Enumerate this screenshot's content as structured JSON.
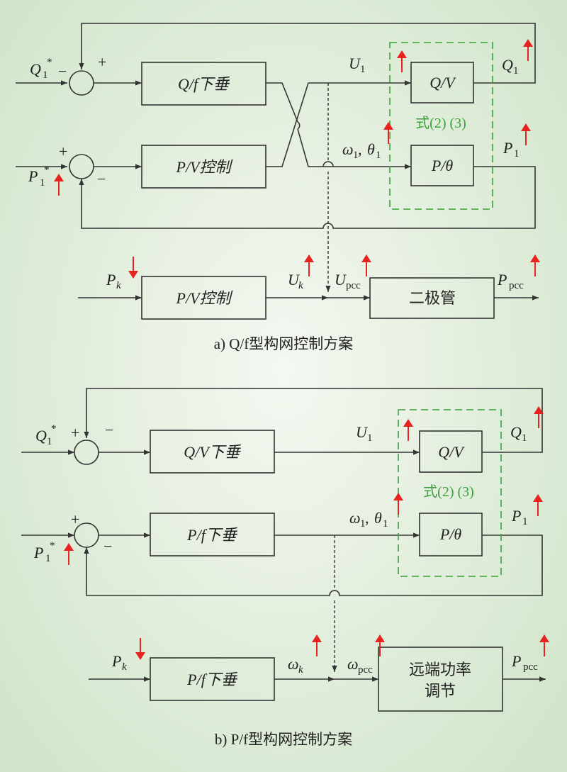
{
  "diagram_a": {
    "caption": "a) Q/f型构网控制方案",
    "q_ref": "Q",
    "q_ref_sub": "1",
    "q_ref_sup": "*",
    "p_ref": "P",
    "p_ref_sub": "1",
    "p_ref_sup": "*",
    "plus": "+",
    "minus": "−",
    "block_qf": "Q/f下垂",
    "block_pv": "P/V控制",
    "block_qv": "Q/V",
    "block_ptheta": "P/θ",
    "formula": "式(2) (3)",
    "u1": "U",
    "u1_sub": "1",
    "omega_theta": "ω",
    "omega_sub": "1",
    "theta": "θ",
    "theta_sub": "1",
    "q1": "Q",
    "q1_sub": "1",
    "p1": "P",
    "p1_sub": "1",
    "pk": "P",
    "pk_sub": "k",
    "block_pv2": "P/V控制",
    "uk": "U",
    "uk_sub": "k",
    "upcc": "U",
    "upcc_sub": "pcc",
    "block_diode": "二极管",
    "ppcc": "P",
    "ppcc_sub": "pcc"
  },
  "diagram_b": {
    "caption": "b) P/f型构网控制方案",
    "q_ref": "Q",
    "q_ref_sub": "1",
    "q_ref_sup": "*",
    "p_ref": "P",
    "p_ref_sub": "1",
    "p_ref_sup": "*",
    "plus": "+",
    "minus": "−",
    "block_qv_droop": "Q/V下垂",
    "block_pf_droop": "P/f下垂",
    "block_qv": "Q/V",
    "block_ptheta": "P/θ",
    "formula": "式(2) (3)",
    "u1": "U",
    "u1_sub": "1",
    "omega": "ω",
    "omega_sub": "1",
    "theta": "θ",
    "theta_sub": "1",
    "q1": "Q",
    "q1_sub": "1",
    "p1": "P",
    "p1_sub": "1",
    "pk": "P",
    "pk_sub": "k",
    "block_pf2": "P/f下垂",
    "omegak": "ω",
    "omegak_sub": "k",
    "omegapcc": "ω",
    "omegapcc_sub": "pcc",
    "block_remote_1": "远端功率",
    "block_remote_2": "调节",
    "ppcc": "P",
    "ppcc_sub": "pcc"
  },
  "colors": {
    "line": "#333333",
    "indicator_arrow": "#e8231f",
    "formula_green": "#3aa13a"
  }
}
